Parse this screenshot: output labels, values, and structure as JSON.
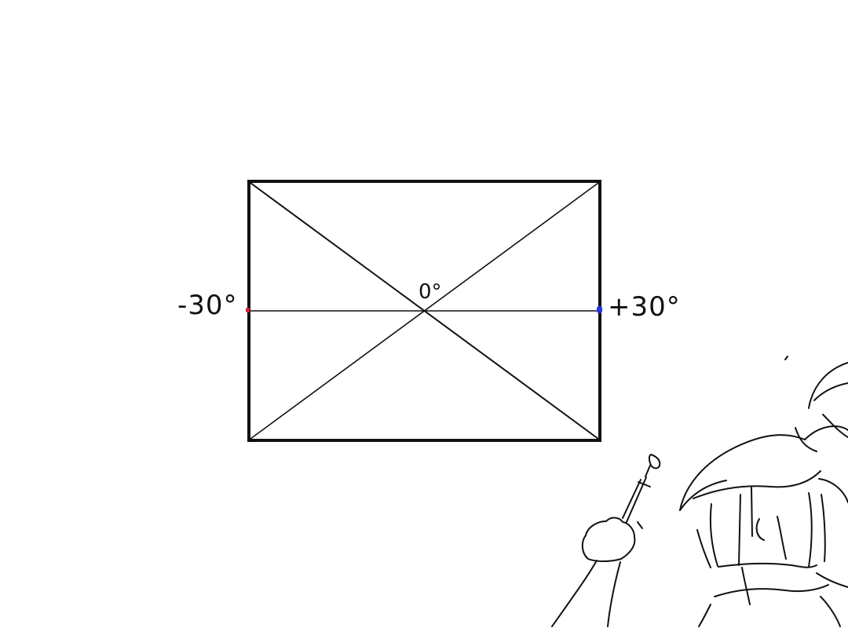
{
  "diagram": {
    "labels": {
      "left": "-30°",
      "center": "0°",
      "right": "+30°"
    },
    "colors": {
      "stroke": "#111111",
      "left_handle": "#d81b3a",
      "right_handle": "#2434e6"
    }
  }
}
